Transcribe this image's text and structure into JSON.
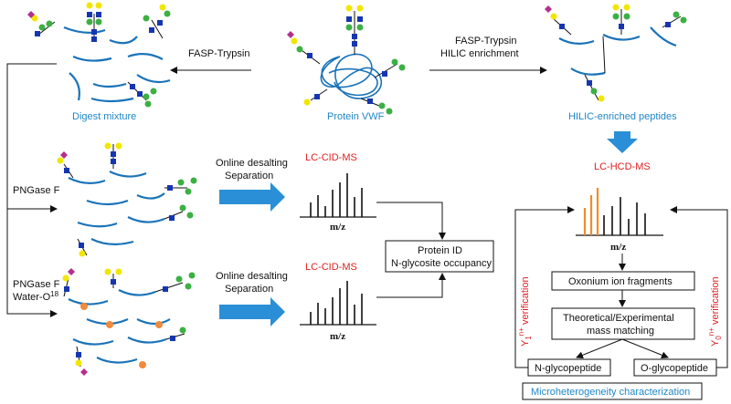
{
  "top": {
    "left_arrow_label": "FASP-Trypsin",
    "right_arrow_label_1": "FASP-Trypsin",
    "right_arrow_label_2": "HILIC enrichment",
    "digest_label": "Digest mixture",
    "protein_label": "Protein VWF",
    "hilic_label": "HILIC-enriched peptides"
  },
  "middle": {
    "pngase_label": "PNGase F",
    "desalt_label_1": "Online desalting",
    "desalt_label_2": "Separation",
    "lc_cid_label": "LC-CID-MS",
    "mz_label": "m/z"
  },
  "bottom": {
    "pngase_label": "PNGase F",
    "water_label": "Water-O",
    "water_superscript": "18",
    "desalt_label_1": "Online desalting",
    "desalt_label_2": "Separation",
    "lc_cid_label": "LC-CID-MS",
    "mz_label": "m/z"
  },
  "protein_id": {
    "line1": "Protein ID",
    "line2": "N-glycosite occupancy"
  },
  "right_panel": {
    "lc_hcd_label": "LC-HCD-MS",
    "mz_label": "m/z",
    "oxonium": "Oxonium ion fragments",
    "matching_1": "Theoretical/Experimental",
    "matching_2": "mass matching",
    "n_glyco": "N-glycopeptide",
    "o_glyco": "O-glycopeptide",
    "micro": "Microheterogeneity characterization",
    "y1_label": "Y",
    "y1_sub": "1",
    "y1_sup": "n+",
    "y1_rest": " verification",
    "y0_label": "Y",
    "y0_sub": "0",
    "y0_sup": "n+",
    "y0_rest": " verification"
  },
  "colors": {
    "peptide": "#1a73b8",
    "arrow_blue": "#2a8fd6",
    "text_blue": "#1f86c8",
    "text_red": "#e02020",
    "glcnac": "#1536b0",
    "mannose": "#3cb043",
    "galactose": "#f2e600",
    "sialic": "#b2308f",
    "fucose": "#e01818",
    "o18_dot": "#f08a3c",
    "orange_peak": "#f28c28"
  }
}
